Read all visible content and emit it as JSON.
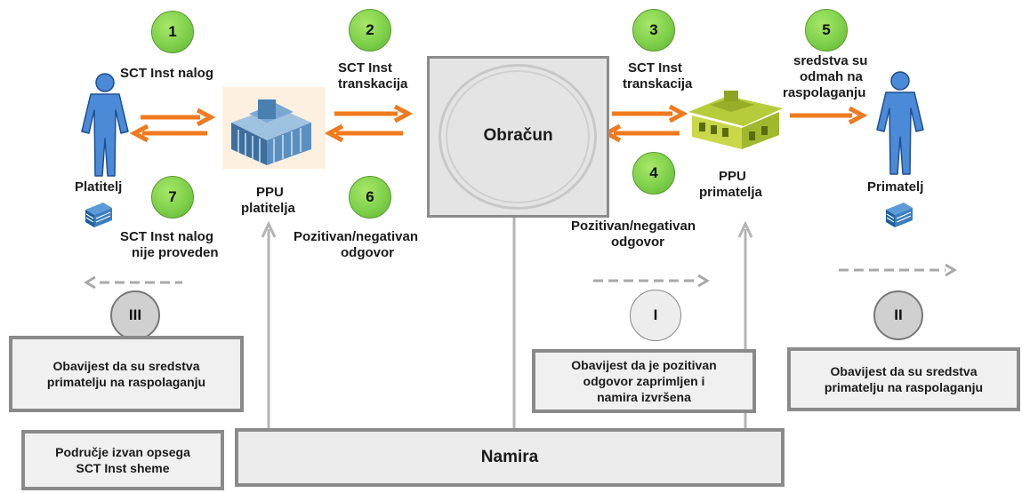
{
  "steps": {
    "s1": {
      "num": "1",
      "label": "SCT Inst nalog"
    },
    "s2": {
      "num": "2",
      "label1": "SCT Inst",
      "label2": "transkacija"
    },
    "s3": {
      "num": "3",
      "label1": "SCT Inst",
      "label2": "transkacija"
    },
    "s4": {
      "num": "4",
      "label1": "Pozitivan/negativan",
      "label2": "odgovor"
    },
    "s5": {
      "num": "5",
      "label1": "sredstva su",
      "label2": "odmah na",
      "label3": "raspolaganju"
    },
    "s6": {
      "num": "6",
      "label1": "Pozitivan/negativan",
      "label2": "odgovor"
    },
    "s7": {
      "num": "7",
      "label1": "SCT Inst nalog",
      "label2": "nije proveden"
    }
  },
  "actors": {
    "payer": "Platitelj",
    "payee": "Primatelj",
    "payer_psp1": "PPU",
    "payer_psp2": "platitelja",
    "payee_psp1": "PPU",
    "payee_psp2": "primatelja"
  },
  "center": {
    "clearing": "Obračun",
    "settlement": "Namira"
  },
  "notifications": {
    "n1": {
      "num": "I",
      "text1": "Obavijest da je pozitivan",
      "text2": "odgovor zaprimljen  i",
      "text3": "namira izvršena"
    },
    "n2": {
      "num": "II",
      "text1": "Obavijest da su sredstva",
      "text2": "primatelju na raspolaganju"
    },
    "n3": {
      "num": "III",
      "text1": "Obavijest da su sredstva",
      "text2": "primatelju na raspolaganju"
    }
  },
  "legend": {
    "line1": "Područje izvan opsega",
    "line2": "SCT Inst sheme"
  },
  "colors": {
    "accent": "#f07a1e",
    "step_circle": "#7ed04a",
    "gray_arrow": "#a8a8a8",
    "person": "#4a8ad6"
  }
}
